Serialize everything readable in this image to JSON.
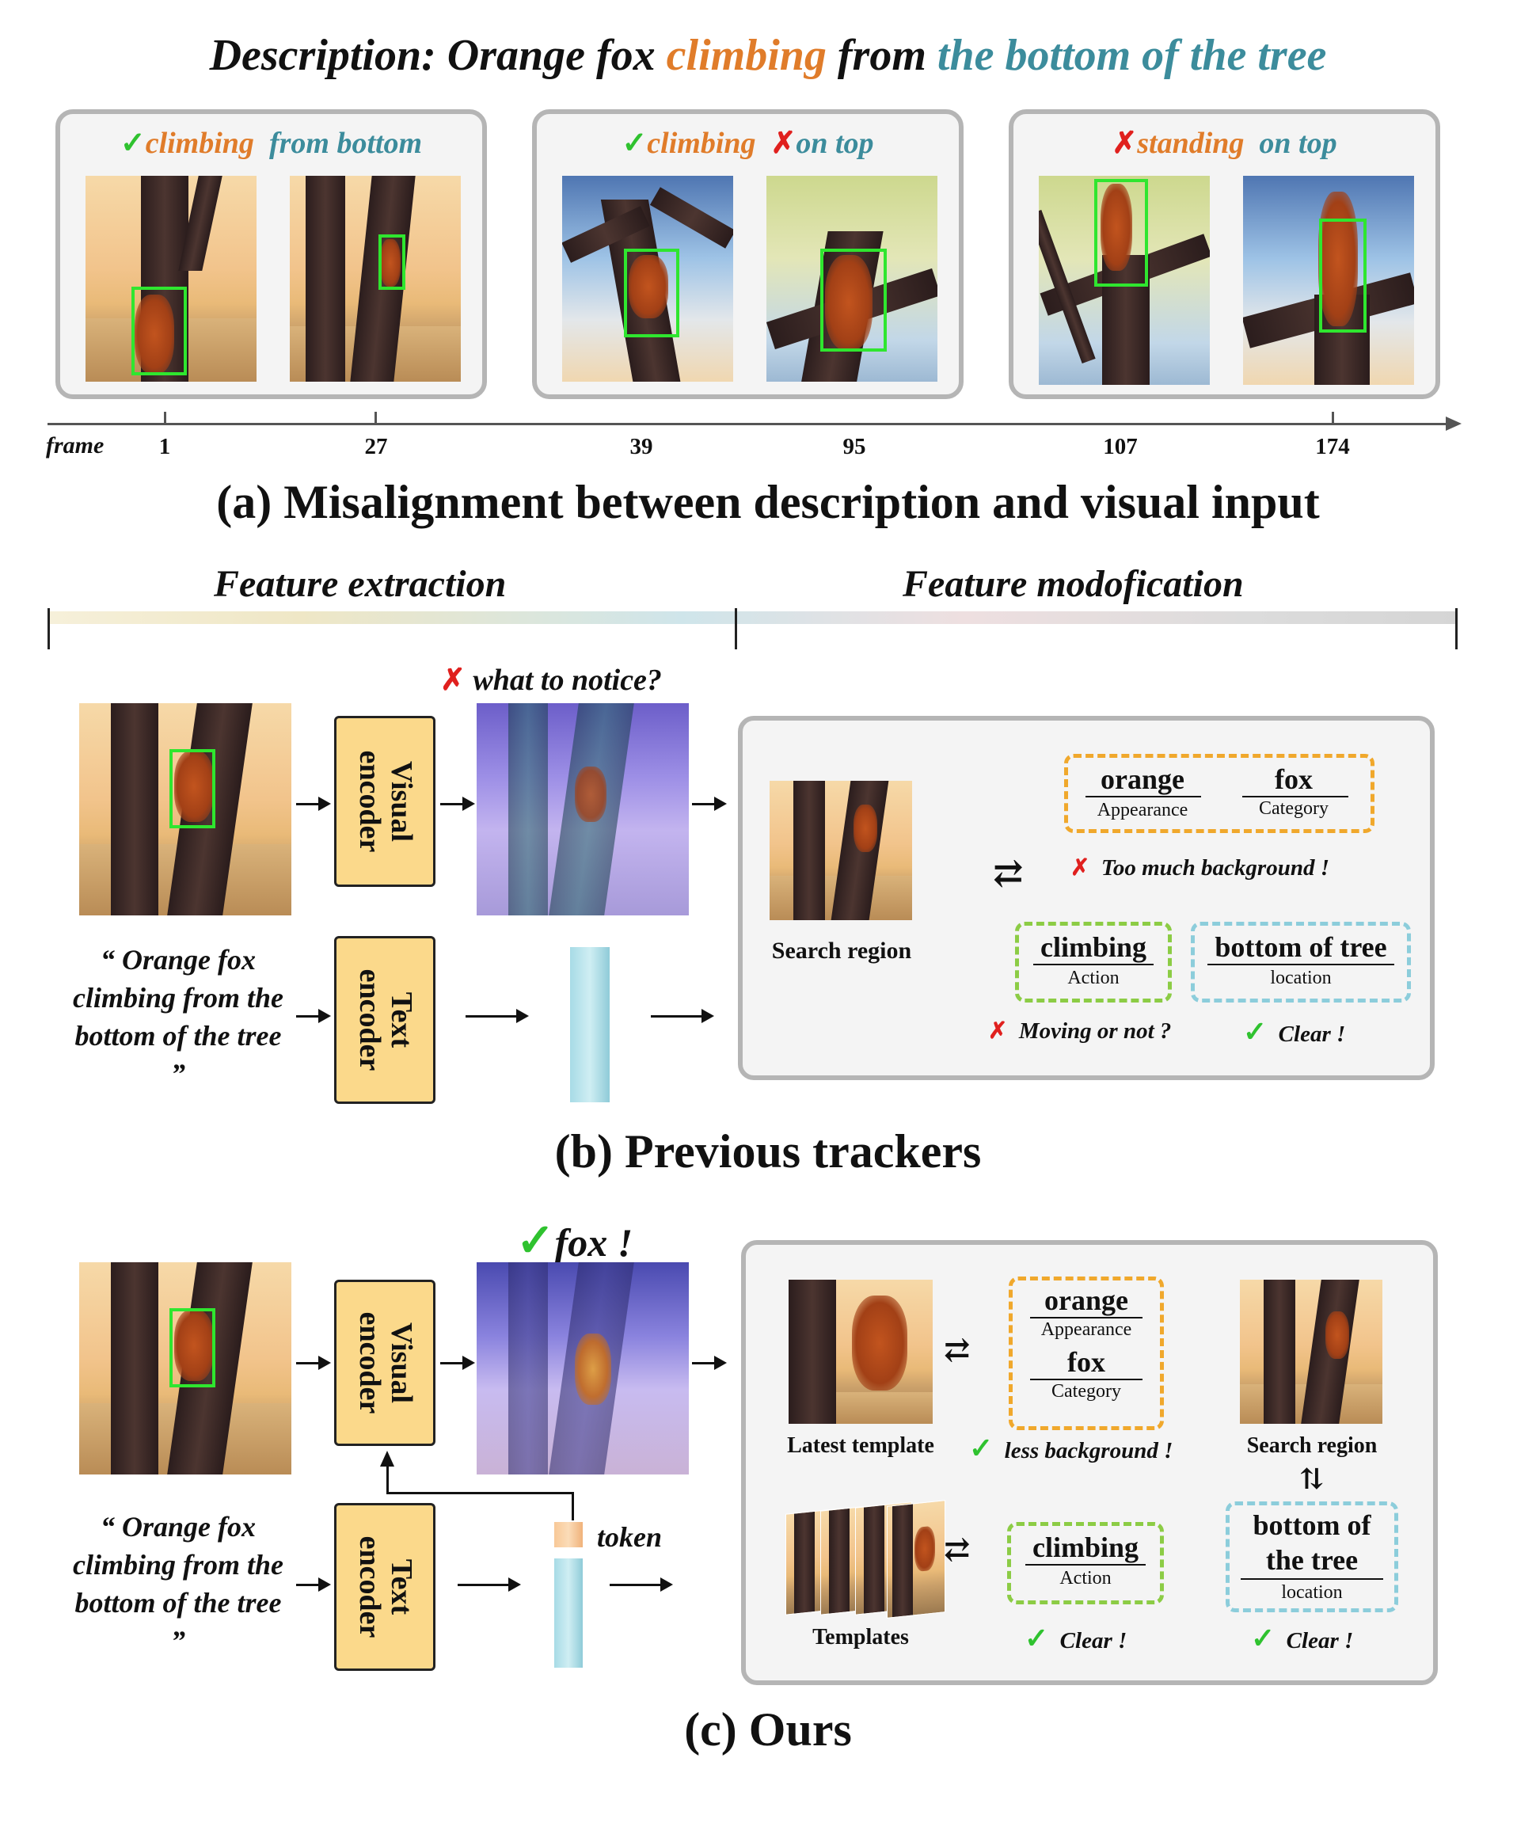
{
  "section_a": {
    "description_prefix": "Description: Orange fox ",
    "description_action": "climbing",
    "description_mid": " from ",
    "description_location": "the bottom of the tree",
    "groups": [
      {
        "mark1": "✓",
        "label1": "climbing",
        "mark2": "",
        "label2": "from bottom"
      },
      {
        "mark1": "✓",
        "label1": "climbing",
        "mark2": "✗",
        "label2": "on top"
      },
      {
        "mark1": "✗",
        "label1": "standing",
        "mark2": "",
        "label2": "on top"
      }
    ],
    "axis_label": "frame",
    "frames": [
      "1",
      "27",
      "39",
      "95",
      "107",
      "174"
    ],
    "title": "(a) Misalignment between description and visual input"
  },
  "stage_bar": {
    "left_label": "Feature extraction",
    "right_label": "Feature modofication"
  },
  "section_b": {
    "question_mark": "✗",
    "question": "what to notice?",
    "visual_encoder": "Visual encoder",
    "text_encoder": "Text encoder",
    "quote": "“ Orange fox climbing from the bottom of the tree ”",
    "search_region": "Search region",
    "appearance_word": "orange",
    "appearance_sub": "Appearance",
    "category_word": "fox",
    "category_sub": "Category",
    "too_much_mark": "✗",
    "too_much": "Too much background !",
    "action_word": "climbing",
    "action_sub": "Action",
    "location_word": "bottom of tree",
    "location_sub": "location",
    "moving_mark": "✗",
    "moving": "Moving or not ?",
    "clear_mark": "✓",
    "clear": "Clear !",
    "title": "(b) Previous trackers"
  },
  "section_c": {
    "fox_mark": "✓",
    "fox_note": "fox !",
    "visual_encoder": "Visual encoder",
    "text_encoder": "Text encoder",
    "quote": "“ Orange fox climbing from the bottom of the tree ”",
    "token": "token",
    "latest_template": "Latest template",
    "appearance_word": "orange",
    "appearance_sub": "Appearance",
    "category_word": "fox",
    "category_sub": "Category",
    "less_mark": "✓",
    "less_bg": "less background !",
    "search_region": "Search region",
    "templates": "Templates",
    "action_word": "climbing",
    "action_sub": "Action",
    "clear1_mark": "✓",
    "clear1": "Clear !",
    "location_word1": "bottom of",
    "location_word2": "the tree",
    "location_sub": "location",
    "clear2_mark": "✓",
    "clear2": "Clear !",
    "title": "(c) Ours"
  }
}
